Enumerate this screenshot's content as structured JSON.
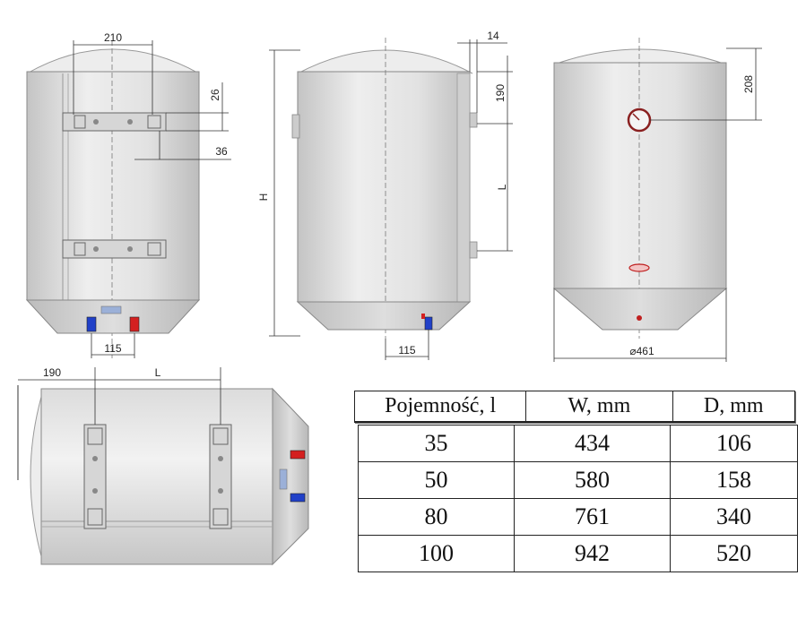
{
  "dimensions": {
    "front_top_width": "210",
    "front_bracket_height": "26",
    "front_bracket_offset": "36",
    "front_pipe_spacing": "115",
    "side_height_label": "H",
    "side_wall_gap": "14",
    "side_top_offset": "190",
    "side_bracket_spacing": "L",
    "side_pipe_spacing": "115",
    "right_thermo_offset": "208",
    "right_diameter": "⌀461",
    "horiz_left_offset": "190",
    "horiz_bracket_spacing": "L"
  },
  "spec_table": {
    "headers": [
      "Pojemność, l",
      "W, mm",
      "D, mm"
    ],
    "rows": [
      [
        "35",
        "434",
        "106"
      ],
      [
        "50",
        "580",
        "158"
      ],
      [
        "80",
        "761",
        "340"
      ],
      [
        "100",
        "942",
        "520"
      ]
    ]
  },
  "colors": {
    "tank_body": "#e4e4e4",
    "outline": "#888888",
    "hot_pipe": "#d42020",
    "cold_pipe": "#2040c8"
  }
}
